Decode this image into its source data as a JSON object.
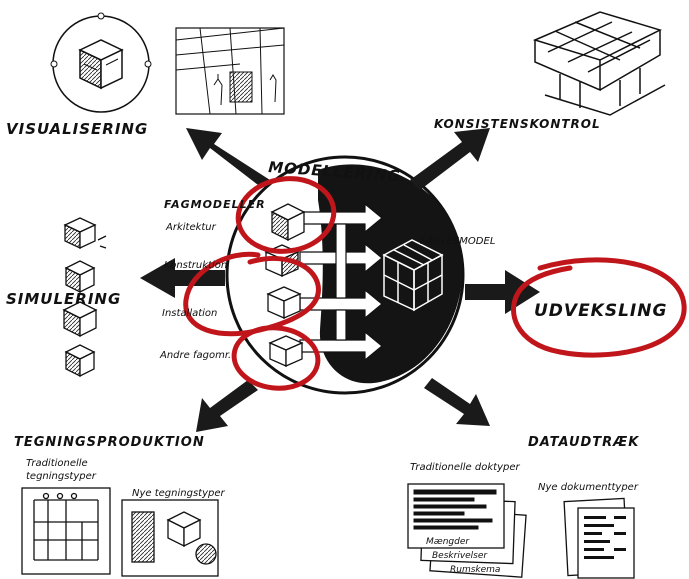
{
  "labels": {
    "center": "MODELLERING",
    "fagmodeller": "FAGMODELLER",
    "arkitektur": "Arkitektur",
    "konstruktion": "Konstruktion",
    "installation": "Installation",
    "andre_fagomr": "Andre fagomr.",
    "faellesmodel": "FÆLLESMODEL",
    "visualisering": "VISUALISERING",
    "konsistenskontrol": "KONSISTENSKONTROL",
    "simulering": "SIMULERING",
    "udveksling": "UDVEKSLING",
    "tegningsproduktion": "TEGNINGSPRODUKTION",
    "dataudtraek": "DATAUDTRÆK",
    "traditionelle_tegningstyper": [
      "Traditionelle",
      "tegningstyper"
    ],
    "nye_tegningstyper": "Nye tegningstyper",
    "traditionelle_doktyper": "Traditionelle doktyper",
    "nye_dokumenttyper": "Nye dokumenttyper",
    "maengder": "Mængder",
    "beskrivelser": "Beskrivelser",
    "rumskema": "Rumskema"
  },
  "colors": {
    "ink": "#111111",
    "highlight": "#c0161b"
  }
}
